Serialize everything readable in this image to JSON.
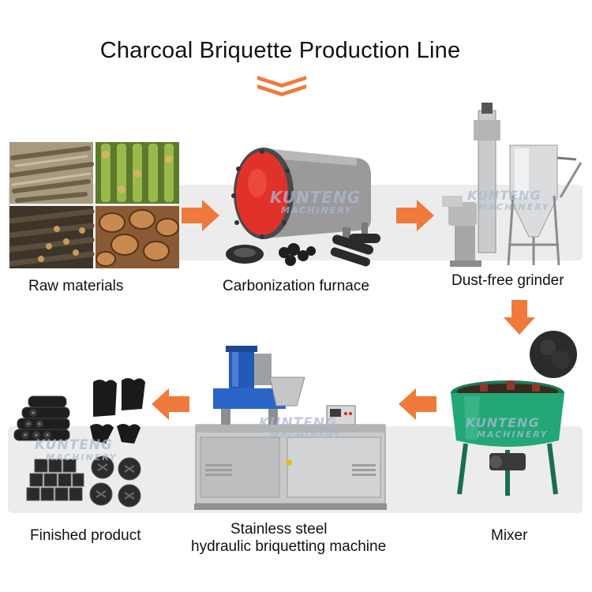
{
  "title": "Charcoal Briquette Production Line",
  "colors": {
    "accent": "#f07a3c",
    "band": "#ececec",
    "text": "#111111"
  },
  "watermark": {
    "brand": "KUNTENG",
    "sub": "MACHINERY"
  },
  "steps": [
    {
      "label": "Raw materials"
    },
    {
      "label": "Carbonization furnace"
    },
    {
      "label": "Dust-free grinder"
    },
    {
      "label": "Mixer"
    },
    {
      "label_line1": "Stainless steel",
      "label_line2": "hydraulic briquetting machine"
    },
    {
      "label": "Finished product"
    }
  ]
}
